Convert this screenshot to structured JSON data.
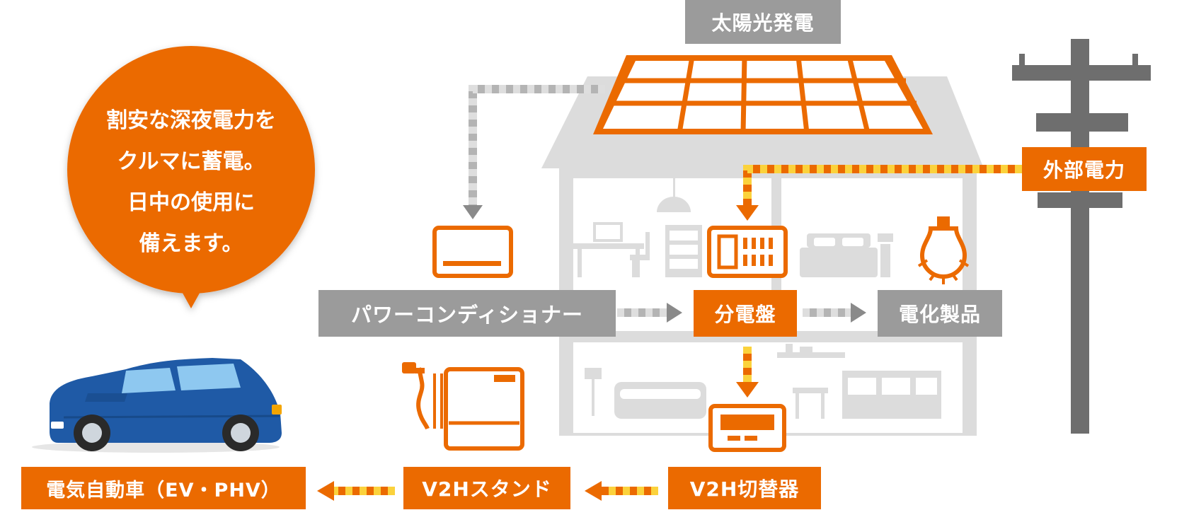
{
  "labels": {
    "solar": "太陽光発電",
    "external_power": "外部電力",
    "power_conditioner": "パワーコンディショナー",
    "distribution_board": "分電盤",
    "appliances": "電化製品",
    "v2h_switch": "V2H切替器",
    "v2h_stand": "V2Hスタンド",
    "ev": "電気自動車（EV・PHV）"
  },
  "bubble": {
    "lines": [
      "割安な深夜電力を",
      "クルマに蓄電。",
      "日中の使用に",
      "備えます。"
    ]
  },
  "colors": {
    "accent": "#eb6a00",
    "label_gray": "#9b9b9b",
    "house_gray": "#dcdcdc",
    "pole_gray": "#6e6e6e",
    "dash_yellow": "#fbd23c",
    "car_blue": "#1f5aa6"
  }
}
